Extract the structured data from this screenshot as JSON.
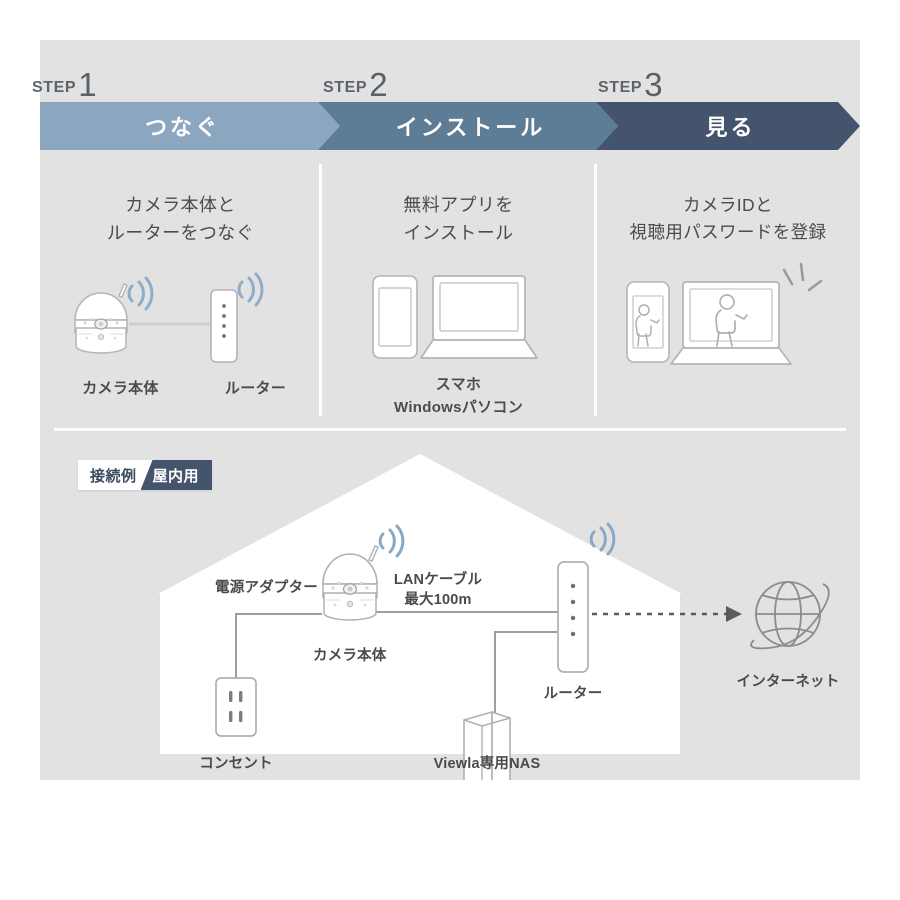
{
  "steps": [
    {
      "step_word": "STEP",
      "step_number": "1",
      "banner_label": "つなぐ",
      "banner_color": "#8ba6bf",
      "caption_line1": "カメラ本体と",
      "caption_line2": "ルーターをつなぐ",
      "device_labels": [
        "カメラ本体",
        "ルーター"
      ]
    },
    {
      "step_word": "STEP",
      "step_number": "2",
      "banner_label": "インストール",
      "banner_color": "#5d7d97",
      "caption_line1": "無料アプリを",
      "caption_line2": "インストール",
      "device_labels": [
        "スマホ",
        "Windowsパソコン"
      ]
    },
    {
      "step_word": "STEP",
      "step_number": "3",
      "banner_label": "見る",
      "banner_color": "#44546c",
      "caption_line1": "カメラIDと",
      "caption_line2": "視聴用パスワードを登録",
      "device_labels": []
    }
  ],
  "diagram": {
    "badge_left": "接続例",
    "badge_right": "屋内用",
    "badge_right_color": "#44546c",
    "labels": {
      "power_adapter": "電源アダプター",
      "camera": "カメラ本体",
      "lan_cable_line1": "LANケーブル",
      "lan_cable_line2": "最大100m",
      "router": "ルーター",
      "outlet": "コンセント",
      "nas": "Viewla専用NAS",
      "internet": "インターネット"
    }
  },
  "colors": {
    "page_background": "#ffffff",
    "canvas_background": "#e2e2e2",
    "house_fill": "#ffffff",
    "text": "#4c4c4c",
    "line": "#9a9a9a",
    "wifi": "#8aa8c4"
  }
}
